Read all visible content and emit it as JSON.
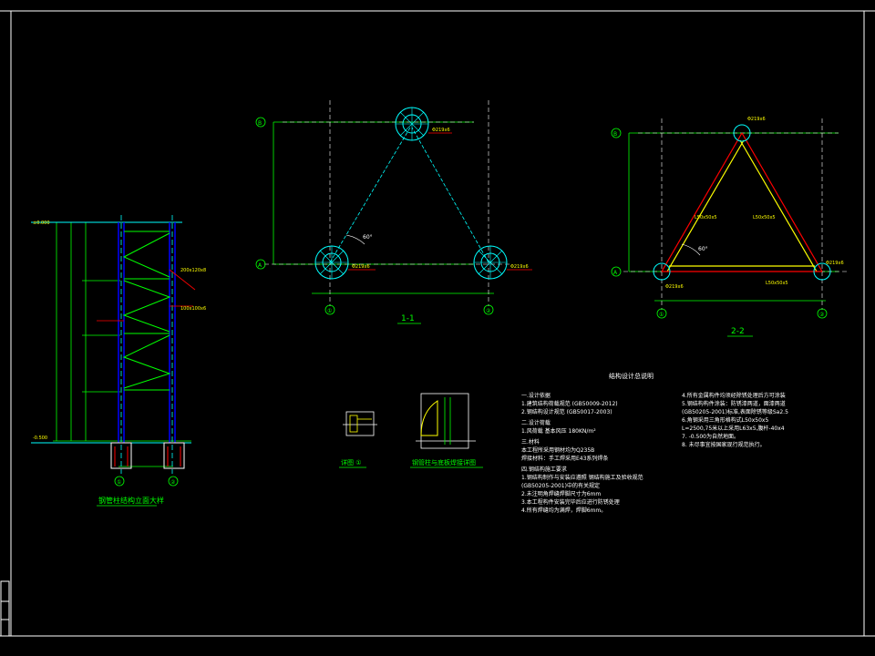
{
  "drawing": {
    "views": {
      "elevation_title": "钢管柱结构立面大样",
      "section_1_title": "1-1",
      "section_2_title": "2-2",
      "detail_a_title": "详图 ①",
      "detail_b_title": "钢管柱与底板焊接详图",
      "notes_title": "结构设计总说明"
    },
    "axes": {
      "a": "①",
      "b": "②",
      "c": "A",
      "d": "B"
    },
    "angle_label": "60°",
    "notes": {
      "left": [
        "一.设计依据",
        "1.建筑结构荷载规范   (GB50009-2012)",
        "2.钢结构设计规范     (GB50017-2003)",
        "二.设计荷载",
        "1.风荷载  基本风压   180KN/m²",
        "三.材料",
        "本工程所采用钢材均为Q235B",
        "焊接材料：手工焊采用E43系列焊条",
        "四.钢结构施工要求",
        "1.钢结构制作与安装应遵照  钢结构施工及验收规范",
        "(GB50205-2001)中的有关规定",
        "2.未注明角焊缝焊脚尺寸为6mm",
        "3.本工程构件安装完毕后应进行防锈处理",
        "4.所有焊缝均为满焊，焊脚6mm。"
      ],
      "right": [
        "4.所有金属构件均须经除锈处理后方可涂装",
        "5.钢结构构件涂装：防锈漆两道，面漆两道",
        "(GB50205-2001)标准,表面除锈等级Sa2.5",
        "6.角钢采用三角形格构式L50x50x5",
        "L=2500,75米以上采用L63x5,腹杆-40x4",
        "7. -0.500为自然地面。",
        "8. 未尽事宜按国家现行规范执行。"
      ]
    }
  }
}
